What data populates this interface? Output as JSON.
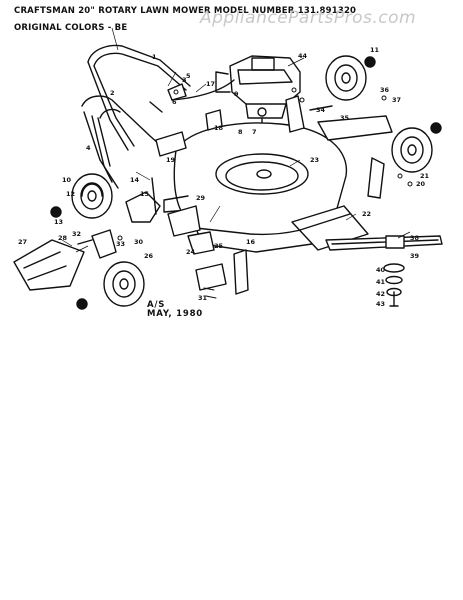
{
  "header": {
    "line1": "CRAFTSMAN 20\" ROTARY LAWN MOWER MODEL NUMBER 131.891320",
    "line2": "ORIGINAL COLORS - BE"
  },
  "watermark": "AppliancePartsPros.com",
  "caption": {
    "line1": "A/S",
    "line2": "MAY, 1980"
  },
  "callouts": [
    "1",
    "2",
    "3",
    "4",
    "5",
    "6",
    "7",
    "8",
    "9",
    "10",
    "11",
    "12",
    "13",
    "14",
    "15",
    "16",
    "17",
    "18",
    "19",
    "20",
    "21",
    "22",
    "23",
    "24",
    "25",
    "26",
    "27",
    "28",
    "29",
    "30",
    "31",
    "32",
    "33",
    "34",
    "35",
    "36",
    "37",
    "38",
    "39",
    "40",
    "41",
    "42",
    "43",
    "44"
  ],
  "colors": {
    "ink": "#111111",
    "watermark": "#c8c8c8",
    "background": "#ffffff"
  }
}
